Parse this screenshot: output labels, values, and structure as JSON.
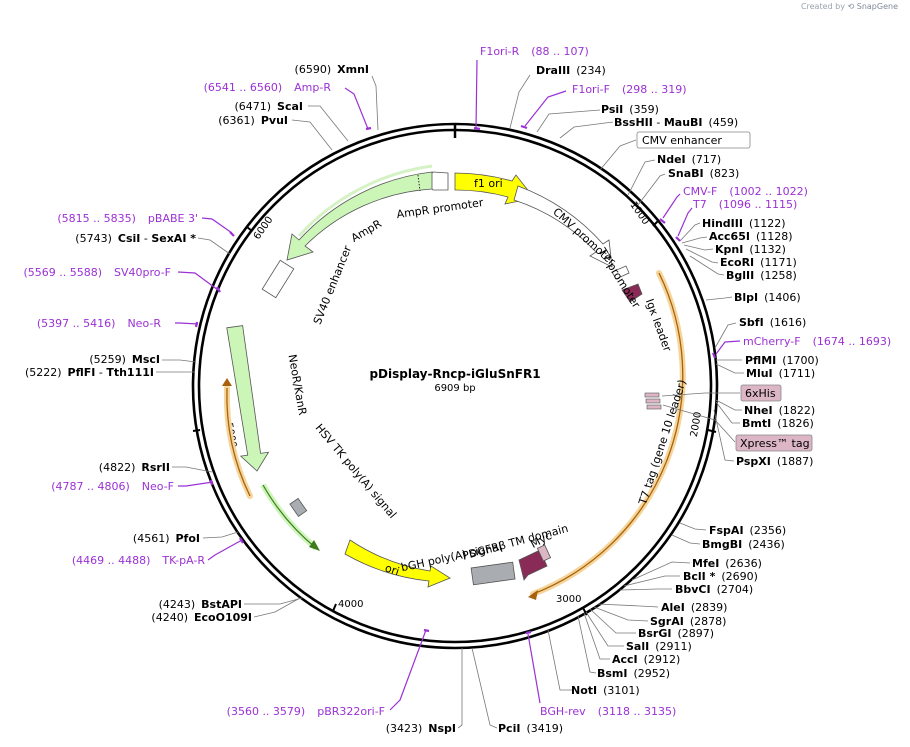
{
  "credit": {
    "prefix": "Created by",
    "brand": "SnapGene"
  },
  "plasmid": {
    "name": "pDisplay-Rncp-iGluSnFR1",
    "size_label": "6909 bp",
    "length": 6909
  },
  "ticks": [
    "1000",
    "2000",
    "3000",
    "4000",
    "5000",
    "6000"
  ],
  "sites": [
    {
      "name": "DraIII",
      "pos": "(234)"
    },
    {
      "name": "PsiI",
      "pos": "(359)"
    },
    {
      "name": "BssHII",
      "sep": " - ",
      "name2": "MauBI",
      "pos": "(459)"
    },
    {
      "name": "NdeI",
      "pos": "(717)"
    },
    {
      "name": "SnaBI",
      "pos": "(823)"
    },
    {
      "name": "HindIII",
      "pos": "(1122)"
    },
    {
      "name": "Acc65I",
      "pos": "(1128)"
    },
    {
      "name": "KpnI",
      "pos": "(1132)"
    },
    {
      "name": "EcoRI",
      "pos": "(1171)"
    },
    {
      "name": "BglII",
      "pos": "(1258)"
    },
    {
      "name": "BlpI",
      "pos": "(1406)"
    },
    {
      "name": "SbfI",
      "pos": "(1616)"
    },
    {
      "name": "PflMI",
      "pos": "(1700)"
    },
    {
      "name": "MluI",
      "pos": "(1711)"
    },
    {
      "name": "NheI",
      "pos": "(1822)"
    },
    {
      "name": "BmtI",
      "pos": "(1826)"
    },
    {
      "name": "PspXI",
      "pos": "(1887)"
    },
    {
      "name": "FspAI",
      "pos": "(2356)"
    },
    {
      "name": "BmgBI",
      "pos": "(2436)"
    },
    {
      "name": "MfeI",
      "pos": "(2636)"
    },
    {
      "name": "BclI *",
      "pos": "(2690)"
    },
    {
      "name": "BbvCI",
      "pos": "(2704)"
    },
    {
      "name": "AleI",
      "pos": "(2839)"
    },
    {
      "name": "SgrAI",
      "pos": "(2878)"
    },
    {
      "name": "BsrGI",
      "pos": "(2897)"
    },
    {
      "name": "SalI",
      "pos": "(2911)"
    },
    {
      "name": "AccI",
      "pos": "(2912)"
    },
    {
      "name": "BsmI",
      "pos": "(2952)"
    },
    {
      "name": "NotI",
      "pos": "(3101)"
    },
    {
      "name": "PciI",
      "pos": "(3419)"
    },
    {
      "name": "NspI",
      "pos": "(3423)"
    },
    {
      "name": "EcoO109I",
      "pos": "(4240)"
    },
    {
      "name": "BstAPI",
      "pos": "(4243)"
    },
    {
      "name": "PfoI",
      "pos": "(4561)"
    },
    {
      "name": "RsrII",
      "pos": "(4822)"
    },
    {
      "name": "PflFI",
      "sep": " - ",
      "name2": "Tth111I",
      "pos": "(5222)"
    },
    {
      "name": "MscI",
      "pos": "(5259)"
    },
    {
      "name": "CsiI",
      "sep": " - ",
      "name2": "SexAI *",
      "pos": "(5743)"
    },
    {
      "name": "PvuI",
      "pos": "(6361)"
    },
    {
      "name": "ScaI",
      "pos": "(6471)"
    },
    {
      "name": "XmnI",
      "pos": "(6590)"
    }
  ],
  "primers": [
    {
      "name": "F1ori-R",
      "pos": "(88 .. 107)"
    },
    {
      "name": "F1ori-F",
      "pos": "(298 .. 319)"
    },
    {
      "name": "CMV-F",
      "pos": "(1002 .. 1022)"
    },
    {
      "name": "T7",
      "pos": "(1096 .. 1115)"
    },
    {
      "name": "mCherry-F",
      "pos": "(1674 .. 1693)"
    },
    {
      "name": "BGH-rev",
      "pos": "(3118 .. 3135)"
    },
    {
      "name": "pBR322ori-F",
      "pos": "(3560 .. 3579)"
    },
    {
      "name": "TK-pA-R",
      "pos": "(4469 .. 4488)"
    },
    {
      "name": "Neo-F",
      "pos": "(4787 .. 4806)"
    },
    {
      "name": "Neo-R",
      "pos": "(5397 .. 5416)"
    },
    {
      "name": "SV40pro-F",
      "pos": "(5569 .. 5588)"
    },
    {
      "name": "pBABE 3'",
      "pos": "(5815 .. 5835)"
    },
    {
      "name": "Amp-R",
      "pos": "(6541 .. 6560)"
    }
  ],
  "boxed_features": [
    {
      "name": "CMV enhancer",
      "color": "#ffffff"
    },
    {
      "name": "6xHis",
      "color": "#dcb6c5"
    },
    {
      "name": "Xpress™ tag",
      "color": "#dcb6c5"
    }
  ],
  "features": {
    "f1_ori": "f1 ori",
    "ampr_promoter": "AmpR promoter",
    "ampr": "AmpR",
    "sv40_enhancer": "SV40 enhancer",
    "neor": "NeoR/KanR",
    "hsv": "HSV TK poly(A) signal",
    "ori": "ori",
    "bgh": "bGH poly(A) signal",
    "pdgfr": "PDGFRβ TM domain",
    "myc": "Myc",
    "t7tag": "T7 tag (gene 10 leader)",
    "cmv_promoter": "CMV promoter",
    "t7_promoter": "T7 promoter",
    "igk": "Igκ leader"
  },
  "colors": {
    "ori_yellow": "#ffff00",
    "marker_green": "#ccf5b8",
    "primer_purple": "#9b31d4",
    "feature_maroon": "#8a2b57",
    "orange_arc": "#f5b042",
    "tag_pink": "#dcb6c5",
    "grey_feature": "#a9adb1"
  }
}
